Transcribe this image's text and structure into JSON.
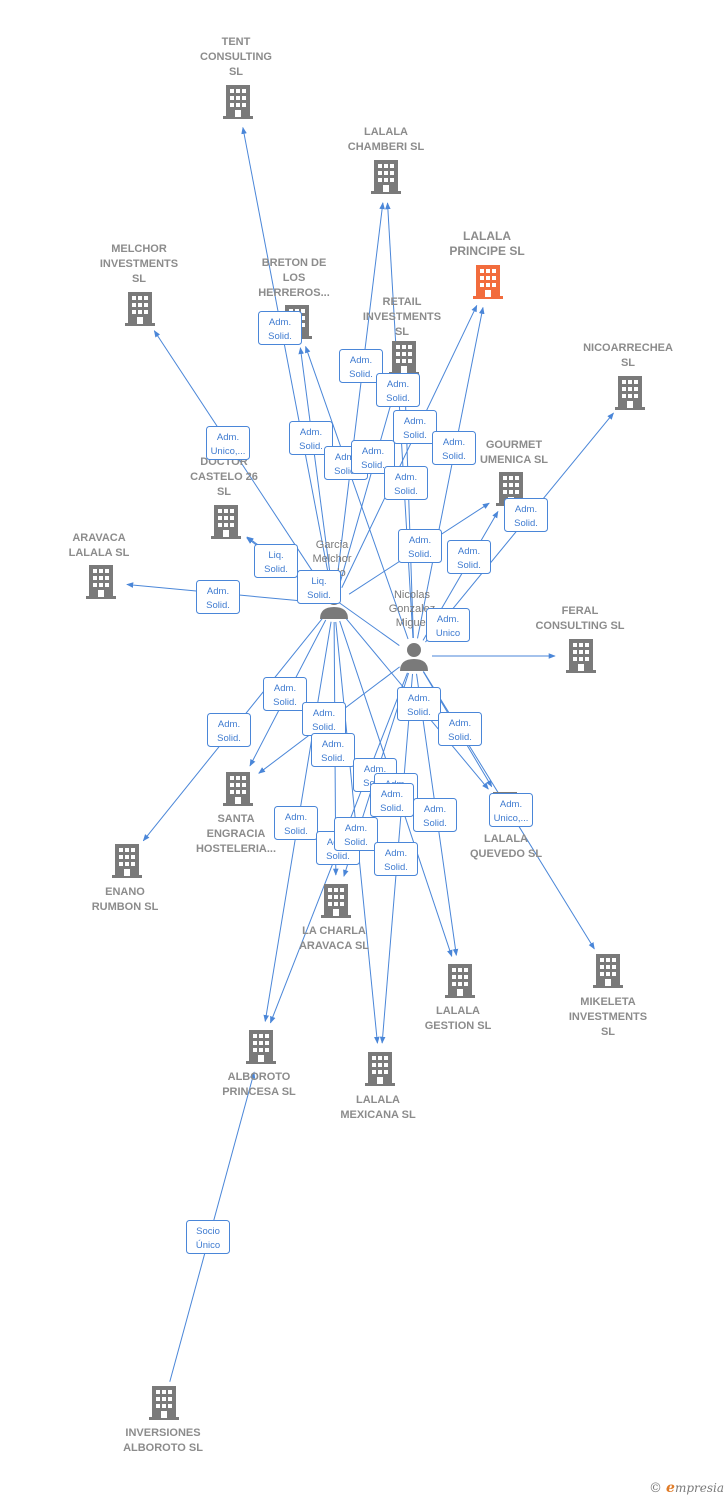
{
  "colors": {
    "edge": "#4a86d8",
    "building": "#7a7a7a",
    "focus": "#f26c3d",
    "label": "#8c8c8c"
  },
  "companies": [
    {
      "id": "tent",
      "lines": [
        "TENT",
        "CONSULTING",
        "SL"
      ]
    },
    {
      "id": "chamberi",
      "lines": [
        "LALALA",
        "CHAMBERI SL"
      ]
    },
    {
      "id": "principe",
      "lines": [
        "LALALA",
        "PRINCIPE SL"
      ],
      "focus": true
    },
    {
      "id": "melchor",
      "lines": [
        "MELCHOR",
        "INVESTMENTS",
        "SL"
      ]
    },
    {
      "id": "breton",
      "lines": [
        "BRETON DE",
        "LOS",
        "HERREROS..."
      ]
    },
    {
      "id": "retail",
      "lines": [
        "RETAIL",
        "INVESTMENTS",
        "SL"
      ]
    },
    {
      "id": "nicoarrechea",
      "lines": [
        "NICOARRECHEA",
        "SL"
      ]
    },
    {
      "id": "gourmet",
      "lines": [
        "GOURMET",
        "UMENICA SL"
      ]
    },
    {
      "id": "doctor",
      "lines": [
        "DOCTOR",
        "CASTELO 26",
        "SL"
      ]
    },
    {
      "id": "aravaca",
      "lines": [
        "ARAVACA",
        "LALALA SL"
      ]
    },
    {
      "id": "feral",
      "lines": [
        "FERAL",
        "CONSULTING SL"
      ]
    },
    {
      "id": "santa",
      "lines": [
        "SANTA",
        "ENGRACIA",
        "HOSTELERIA..."
      ]
    },
    {
      "id": "enano",
      "lines": [
        "ENANO",
        "RUMBON SL"
      ]
    },
    {
      "id": "quevedo",
      "lines": [
        "LALALA",
        "QUEVEDO SL"
      ]
    },
    {
      "id": "charla",
      "lines": [
        "LA CHARLA",
        "ARAVACA SL"
      ]
    },
    {
      "id": "mikeleta",
      "lines": [
        "MIKELETA",
        "INVESTMENTS",
        "SL"
      ]
    },
    {
      "id": "gestion",
      "lines": [
        "LALALA",
        "GESTION SL"
      ]
    },
    {
      "id": "alboroto",
      "lines": [
        "ALBOROTO",
        "PRINCESA SL"
      ]
    },
    {
      "id": "mexicana",
      "lines": [
        "LALALA",
        "MEXICANA SL"
      ]
    },
    {
      "id": "inversiones",
      "lines": [
        "INVERSIONES",
        "ALBOROTO SL"
      ]
    }
  ],
  "persons": [
    {
      "id": "garcia",
      "lines": [
        "Garcia",
        "Melchor",
        "...ndo"
      ]
    },
    {
      "id": "nicolas",
      "lines": [
        "Nicolas",
        "Gonzalez",
        "Miguel"
      ]
    }
  ],
  "badges": [
    {
      "id": "b01",
      "lines": [
        "Adm.",
        "Solid."
      ]
    },
    {
      "id": "b02",
      "lines": [
        "Adm.",
        "Solid."
      ]
    },
    {
      "id": "b03",
      "lines": [
        "Adm.",
        "Solid."
      ]
    },
    {
      "id": "b04",
      "lines": [
        "Adm.",
        "Unico,..."
      ]
    },
    {
      "id": "b05",
      "lines": [
        "Adm.",
        "Solid."
      ]
    },
    {
      "id": "b06",
      "lines": [
        "Adm.",
        "Solid."
      ]
    },
    {
      "id": "b07",
      "lines": [
        "Adm.",
        "Solid."
      ]
    },
    {
      "id": "b08",
      "lines": [
        "Adm.",
        "Solid."
      ]
    },
    {
      "id": "b09",
      "lines": [
        "Adm.",
        "Solid."
      ]
    },
    {
      "id": "b10",
      "lines": [
        "Adm.",
        "Solid."
      ]
    },
    {
      "id": "b11",
      "lines": [
        "Adm.",
        "Solid."
      ]
    },
    {
      "id": "b12",
      "lines": [
        "Adm.",
        "Solid."
      ]
    },
    {
      "id": "b13",
      "lines": [
        "Liq.",
        "Solid."
      ]
    },
    {
      "id": "b14",
      "lines": [
        "Liq.",
        "Solid."
      ]
    },
    {
      "id": "b15",
      "lines": [
        "Adm.",
        "Solid."
      ]
    },
    {
      "id": "b16",
      "lines": [
        "Adm.",
        "Solid."
      ]
    },
    {
      "id": "b17",
      "lines": [
        "Adm.",
        "Solid."
      ]
    },
    {
      "id": "b18",
      "lines": [
        "Adm.",
        "Unico"
      ]
    },
    {
      "id": "b19",
      "lines": [
        "Adm.",
        "Solid."
      ]
    },
    {
      "id": "b20",
      "lines": [
        "Adm.",
        "Solid."
      ]
    },
    {
      "id": "b21",
      "lines": [
        "Adm.",
        "Solid."
      ]
    },
    {
      "id": "b22",
      "lines": [
        "Adm.",
        "Solid."
      ]
    },
    {
      "id": "b23",
      "lines": [
        "Adm.",
        "Solid."
      ]
    },
    {
      "id": "b24",
      "lines": [
        "Adm.",
        "Solid."
      ]
    },
    {
      "id": "b25",
      "lines": [
        "Adm.",
        "Solid."
      ]
    },
    {
      "id": "b26",
      "lines": [
        "Adm.",
        "Solid."
      ]
    },
    {
      "id": "b27",
      "lines": [
        "Adm.",
        "Unico,..."
      ]
    },
    {
      "id": "b28",
      "lines": [
        "Adm.",
        "Solid."
      ]
    },
    {
      "id": "b29",
      "lines": [
        "Adm.",
        "Solid."
      ]
    },
    {
      "id": "b30",
      "lines": [
        "Adm.",
        "Solid."
      ]
    },
    {
      "id": "b31",
      "lines": [
        "Adm.",
        "Solid."
      ]
    },
    {
      "id": "b32",
      "lines": [
        "Adm.",
        "Solid."
      ]
    },
    {
      "id": "b33",
      "lines": [
        "Socio",
        "Único"
      ]
    }
  ],
  "edges": [
    [
      "garcia",
      "tent"
    ],
    [
      "garcia",
      "chamberi"
    ],
    [
      "nicolas",
      "chamberi"
    ],
    [
      "garcia",
      "principe"
    ],
    [
      "nicolas",
      "principe"
    ],
    [
      "garcia",
      "melchor"
    ],
    [
      "garcia",
      "breton"
    ],
    [
      "nicolas",
      "breton"
    ],
    [
      "garcia",
      "retail"
    ],
    [
      "nicolas",
      "retail"
    ],
    [
      "nicolas",
      "nicoarrechea"
    ],
    [
      "garcia",
      "gourmet"
    ],
    [
      "nicolas",
      "gourmet"
    ],
    [
      "garcia",
      "doctor"
    ],
    [
      "nicolas",
      "doctor"
    ],
    [
      "garcia",
      "aravaca"
    ],
    [
      "nicolas",
      "feral"
    ],
    [
      "garcia",
      "santa"
    ],
    [
      "nicolas",
      "santa"
    ],
    [
      "garcia",
      "enano"
    ],
    [
      "garcia",
      "quevedo"
    ],
    [
      "nicolas",
      "quevedo"
    ],
    [
      "garcia",
      "charla"
    ],
    [
      "nicolas",
      "charla"
    ],
    [
      "nicolas",
      "mikeleta"
    ],
    [
      "garcia",
      "gestion"
    ],
    [
      "nicolas",
      "gestion"
    ],
    [
      "garcia",
      "alboroto"
    ],
    [
      "nicolas",
      "alboroto"
    ],
    [
      "garcia",
      "mexicana"
    ],
    [
      "nicolas",
      "mexicana"
    ],
    [
      "inversiones",
      "alboroto"
    ]
  ],
  "brand": {
    "copyright": "©",
    "initial": "e",
    "name": "mpresia"
  }
}
